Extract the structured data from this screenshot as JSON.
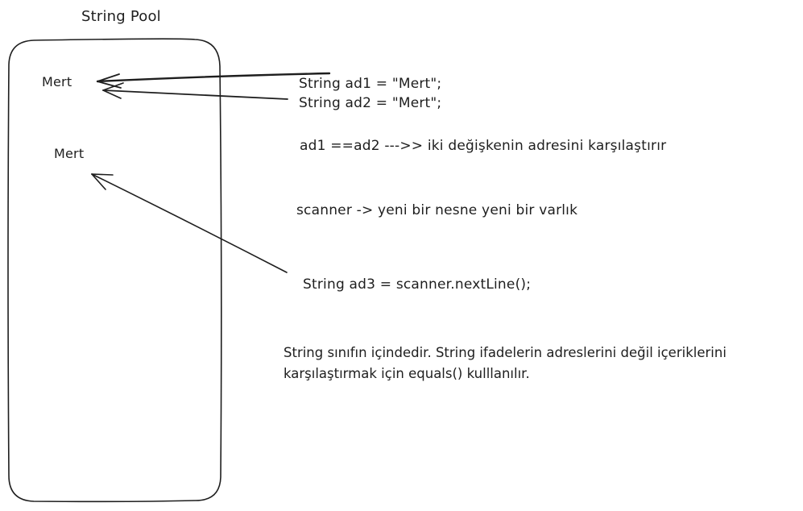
{
  "pool": {
    "title": "String Pool",
    "item_1": "Mert",
    "item_2": "Mert"
  },
  "code": {
    "line_1": "String ad1 = \"Mert\";",
    "line_2": "String ad2 = \"Mert\";",
    "line_3": "String ad3 = scanner.nextLine();"
  },
  "notes": {
    "compare": "ad1 ==ad2 --->> iki değişkenin adresini karşılaştırır",
    "scanner": "scanner -> yeni bir nesne yeni bir varlık",
    "explain_line_1": "String sınıfın içindedir. String ifadelerin adreslerini değil içeriklerini",
    "explain_line_2": "karşılaştırmak için equals() kulllanılır."
  },
  "colors": {
    "stroke": "#1e1e1e",
    "background": "#ffffff"
  }
}
